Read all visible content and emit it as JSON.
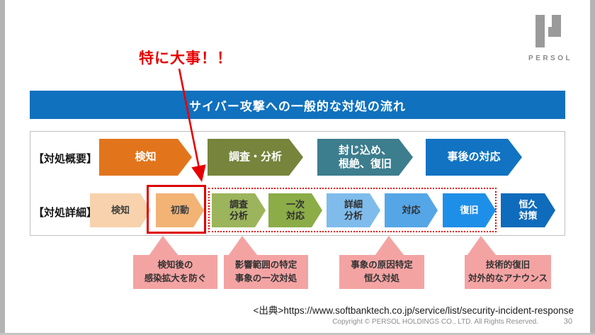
{
  "annotation": {
    "text": "特に大事！！",
    "color": "#e60000"
  },
  "logo": {
    "brand": "PERSOL",
    "mark_color": "#9a9a9a"
  },
  "title": {
    "text": "サイバー攻撃への一般的な対処の流れ",
    "bg": "#1071be"
  },
  "flow": {
    "overview": {
      "label": "【対処概要】",
      "steps": [
        {
          "label": "検知",
          "color": "#e2751c",
          "text_color": "#ffffff"
        },
        {
          "label": "調査・分析",
          "color": "#76843c",
          "text_color": "#ffffff"
        },
        {
          "label": "封じ込め、\n根絶、復旧",
          "color": "#3c7d8e",
          "text_color": "#ffffff"
        },
        {
          "label": "事後の対応",
          "color": "#1173c2",
          "text_color": "#ffffff"
        }
      ]
    },
    "detail": {
      "label": "【対処詳細】",
      "steps": [
        {
          "label": "検知",
          "color": "#f7d2ac",
          "text_color": "#404040"
        },
        {
          "label": "初動",
          "color": "#f2b375",
          "text_color": "#404040",
          "highlighted": true
        },
        {
          "label": "調査\n分析",
          "color": "#9cb45c",
          "text_color": "#303030"
        },
        {
          "label": "一次\n対応",
          "color": "#8bac47",
          "text_color": "#303030"
        },
        {
          "label": "詳細\n分析",
          "color": "#7fbcec",
          "text_color": "#303030"
        },
        {
          "label": "対応",
          "color": "#55a6e6",
          "text_color": "#303030"
        },
        {
          "label": "復旧",
          "color": "#1e8fe8",
          "text_color": "#ffffff"
        },
        {
          "label": "恒久\n対策",
          "color": "#0f6bbb",
          "text_color": "#ffffff"
        }
      ]
    }
  },
  "callouts": [
    {
      "text": "検知後の\n感染拡大を防ぐ"
    },
    {
      "text": "影響範囲の特定\n事象の一次対処"
    },
    {
      "text": "事象の原因特定\n恒久対処"
    },
    {
      "text": "技術的復旧\n対外的なアナウンス"
    }
  ],
  "callout_color": "#f4a3a3",
  "footer": {
    "source": "<出典>https://www.softbanktech.co.jp/service/list/security-incident-response",
    "copyright": "Copyright © PERSOL HOLDINGS CO., LTD. All Rights Reserved.",
    "page": "30"
  }
}
